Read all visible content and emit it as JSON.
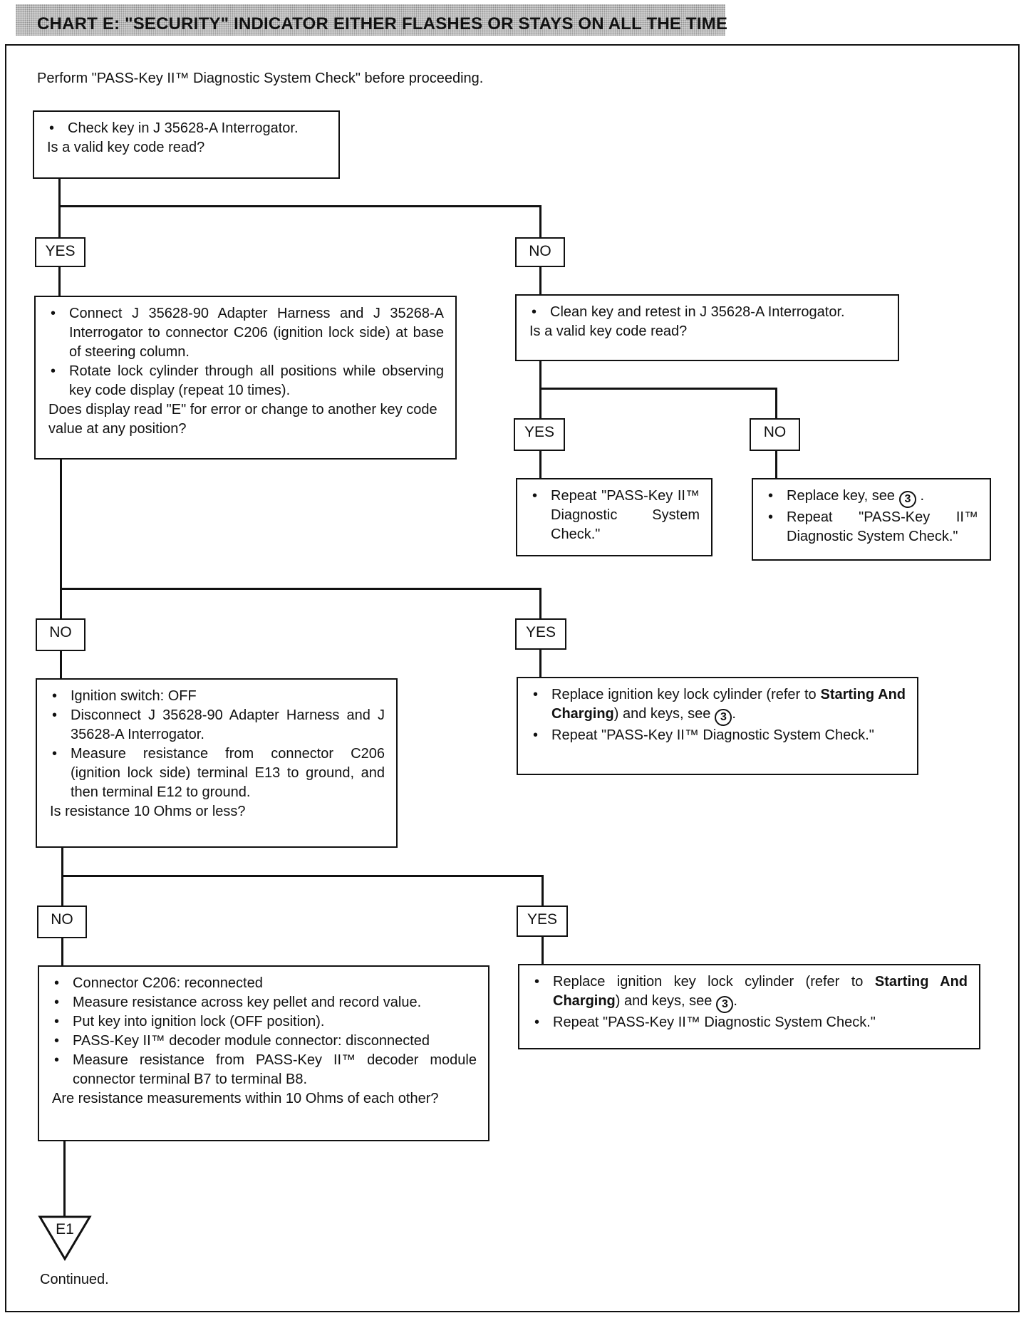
{
  "title": "CHART E:  \"SECURITY\" INDICATOR EITHER FLASHES OR STAYS ON ALL THE TIME",
  "intro": "Perform \"PASS-Key II™ Diagnostic System Check\" before proceeding.",
  "ref_symbol": "3",
  "labels": {
    "yes": "YES",
    "no": "NO"
  },
  "boxes": {
    "step1": {
      "items": [
        "Check key in J 35628-A Interrogator."
      ],
      "question": "Is a valid key code read?"
    },
    "step2": {
      "items": [
        "Connect J 35628-90 Adapter Harness and J 35268-A Interrogator to connector C206 (ignition lock side) at base of steering column.",
        "Rotate lock cylinder through all positions while observing key code display (repeat 10 times)."
      ],
      "question": "Does display read \"E\" for error or change to another key code value at any position?"
    },
    "clean_key": {
      "items": [
        "Clean key and retest in J 35628-A Interrogator."
      ],
      "question": "Is a valid key code read?"
    },
    "repeat_check": {
      "items": [
        "Repeat \"PASS-Key II™ Diagnostic System Check.\""
      ]
    },
    "replace_key": {
      "item1": "Replace key, see",
      "item2": "Repeat \"PASS-Key II™ Diagnostic System Check.\""
    },
    "step3": {
      "items": [
        "Ignition switch:  OFF",
        "Disconnect J 35628-90 Adapter Harness and J 35628-A Interrogator.",
        "Measure resistance from connector C206 (ignition lock side) terminal E13 to ground, and then terminal E12 to ground."
      ],
      "question": "Is resistance 10 Ohms or less?"
    },
    "replace_cylinder_1": {
      "item1_text": "Replace ignition key lock cylinder (refer to",
      "item1_bold": "Starting And Charging",
      "item1_tail": ") and keys, see",
      "item2": "Repeat \"PASS-Key II™ Diagnostic System Check.\""
    },
    "step4": {
      "items": [
        "Connector C206:  reconnected",
        "Measure resistance across key pellet and record value.",
        "Put key into ignition lock (OFF position).",
        "PASS-Key II™ decoder module connector:  disconnected",
        "Measure resistance from PASS-Key II™ decoder module connector terminal B7 to terminal B8."
      ],
      "question": "Are resistance measurements within 10 Ohms of each other?"
    },
    "replace_cylinder_2": {
      "item1_text": "Replace ignition key lock cylinder (refer to",
      "item1_bold": "Starting And Charging",
      "item1_tail": ") and keys, see",
      "item2": "Repeat \"PASS-Key II™ Diagnostic System Check.\""
    }
  },
  "connector": "E1",
  "footer": "Continued."
}
